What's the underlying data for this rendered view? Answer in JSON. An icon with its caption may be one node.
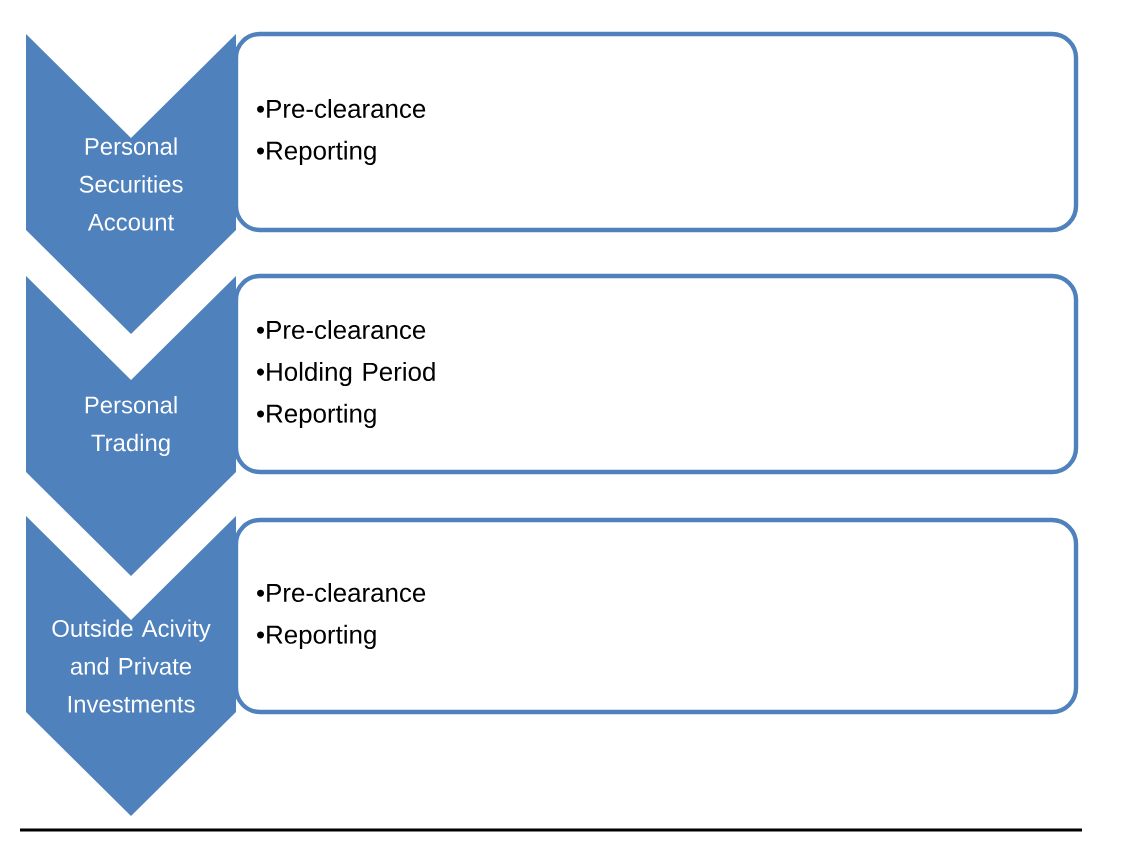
{
  "diagram": {
    "nodes": [
      {
        "text": [
          "Personal Securities Account"
        ]
      },
      {
        "text": [
          "•Pre-clearance",
          "•Reporting"
        ]
      },
      {
        "text": [
          "Personal Trading"
        ]
      },
      {
        "text": [
          "•Pre-clearance",
          "•Holding Period",
          "•Reporting"
        ]
      },
      {
        "text": [
          "Outside Acivity and Private Investments"
        ]
      },
      {
        "text": [
          "•Pre-clearance",
          "•Reporting"
        ]
      }
    ],
    "edges": []
  }
}
